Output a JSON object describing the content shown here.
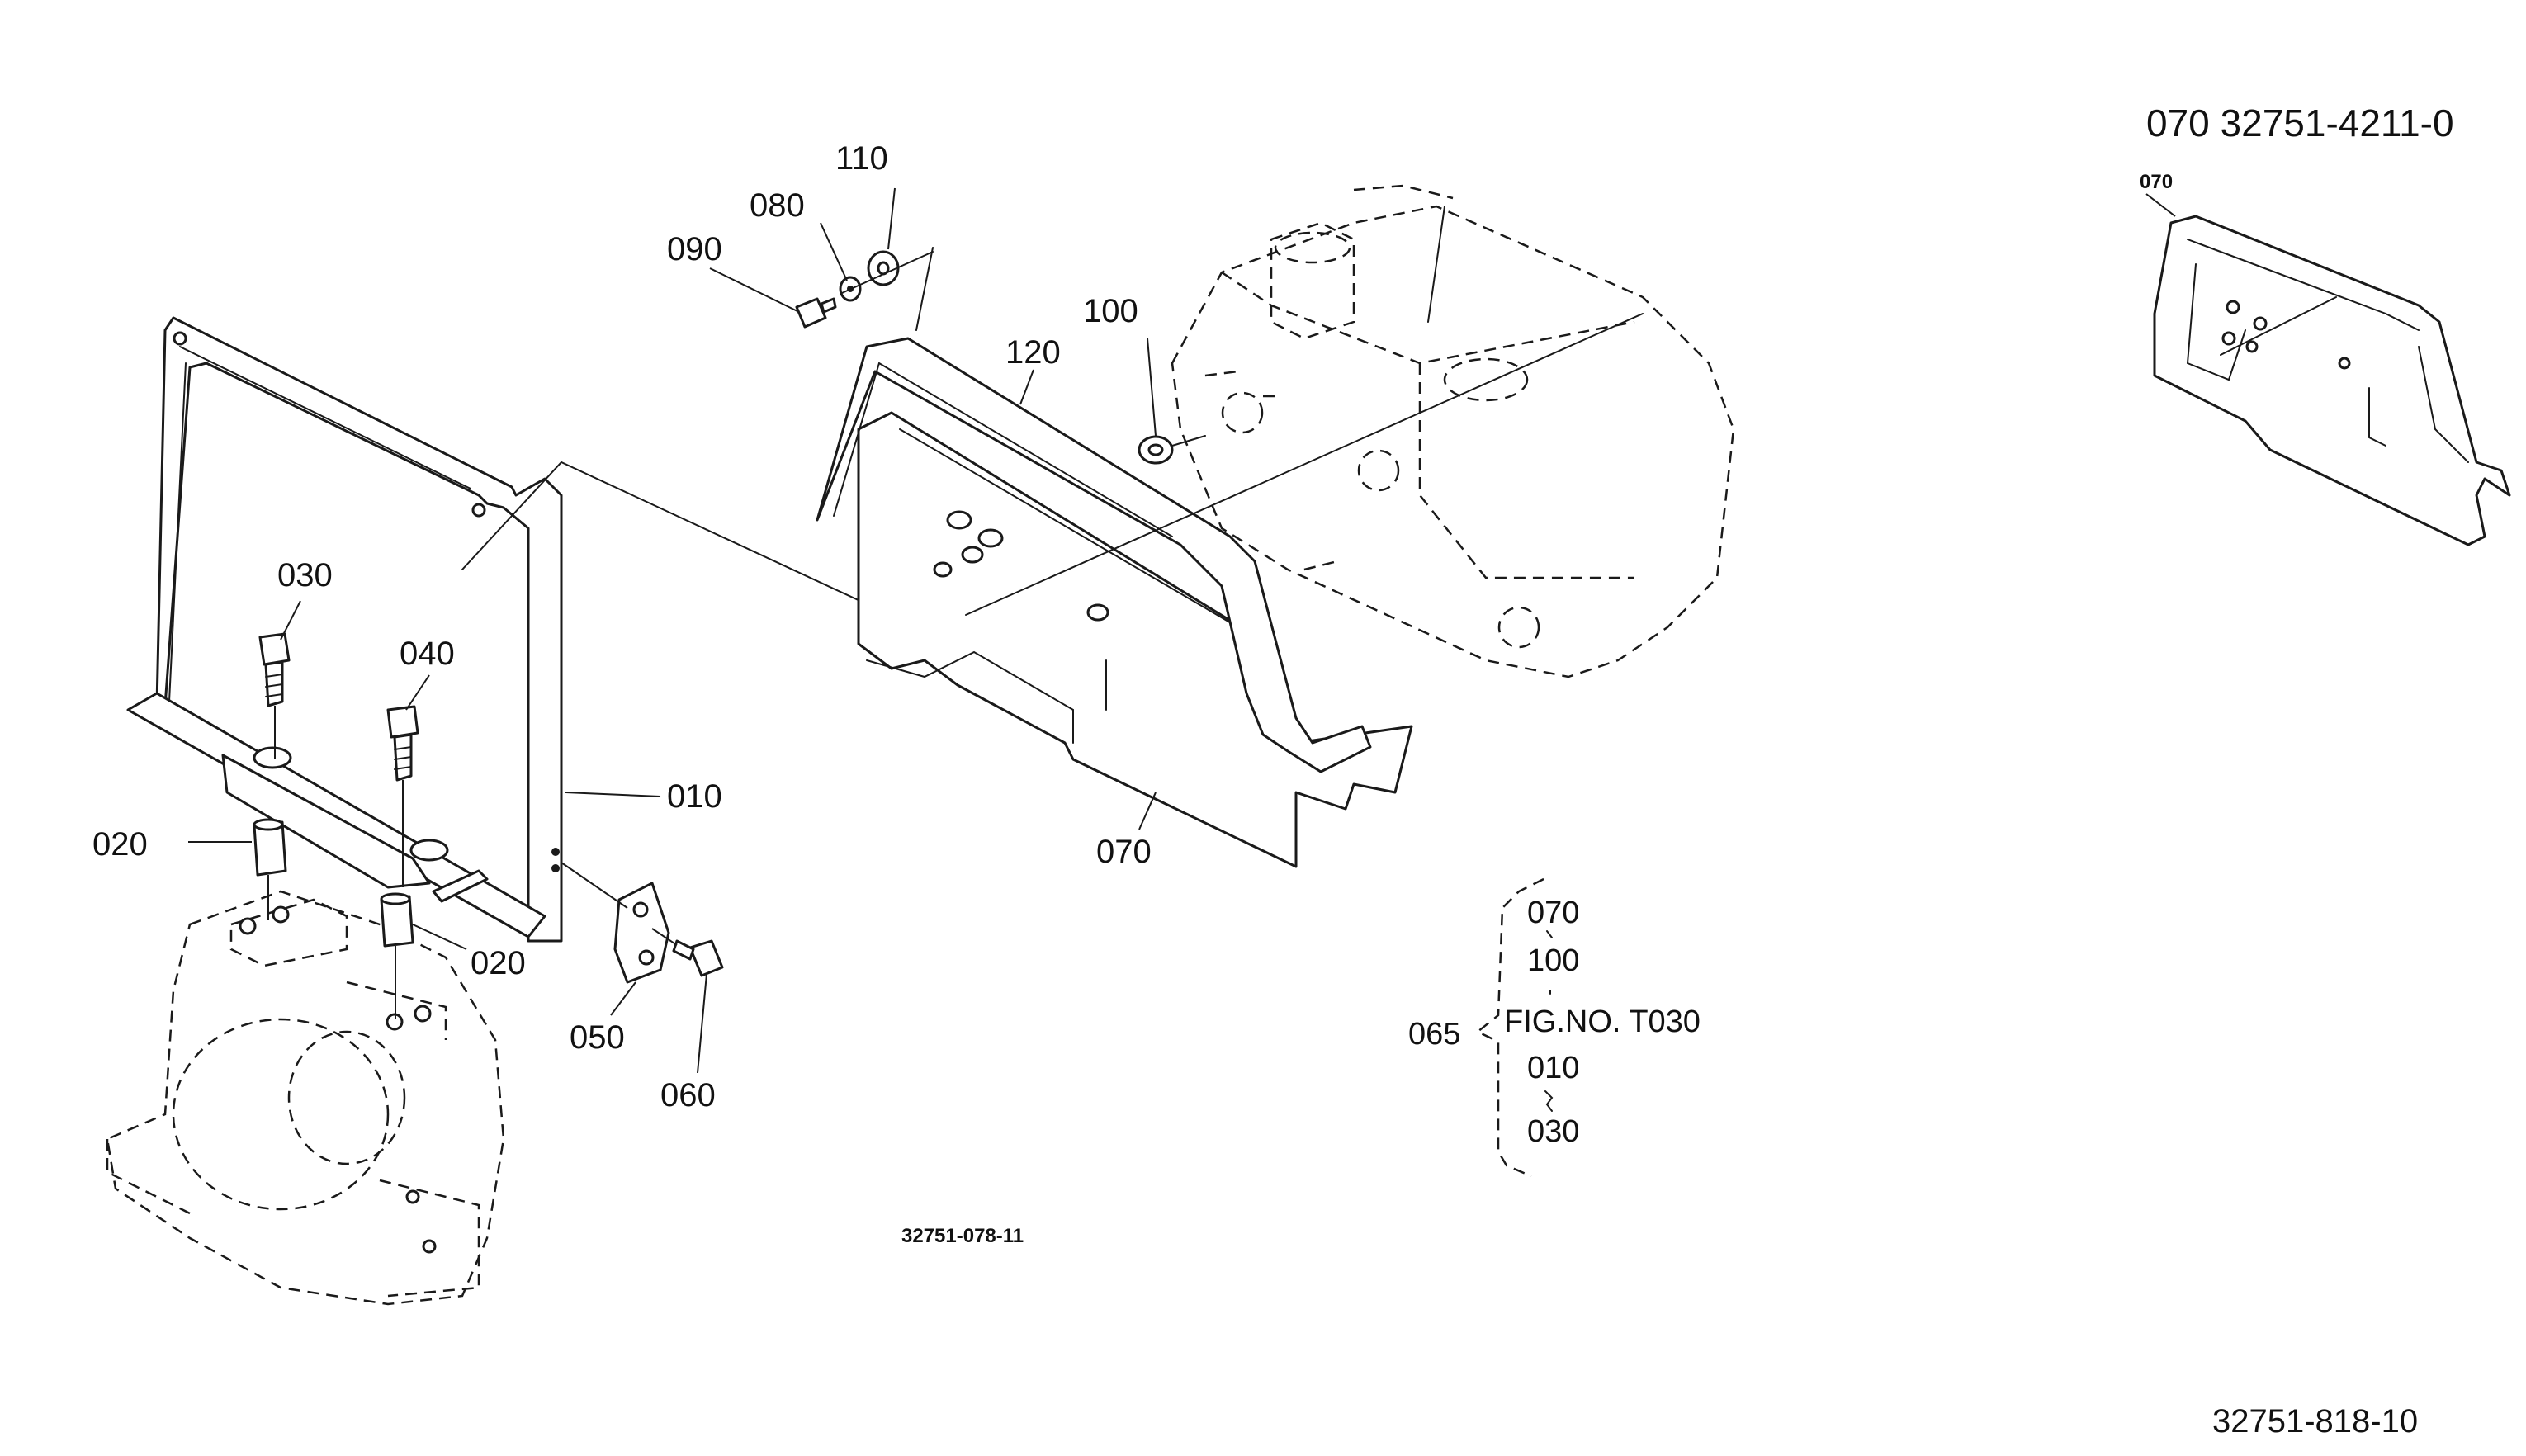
{
  "callouts": {
    "c010": "010",
    "c020a": "020",
    "c020b": "020",
    "c030": "030",
    "c040": "040",
    "c050": "050",
    "c060": "060",
    "c070": "070",
    "c080": "080",
    "c090": "090",
    "c100": "100",
    "c110": "110",
    "c120": "120"
  },
  "inset": {
    "title": "070 32751-4211-0",
    "label": "070"
  },
  "assembly_note": {
    "group": "065",
    "lines": [
      "070",
      "100",
      "FIG.NO. T030",
      "010",
      "030"
    ]
  },
  "drawing_code": "32751-078-11",
  "page_code": "32751-818-10"
}
